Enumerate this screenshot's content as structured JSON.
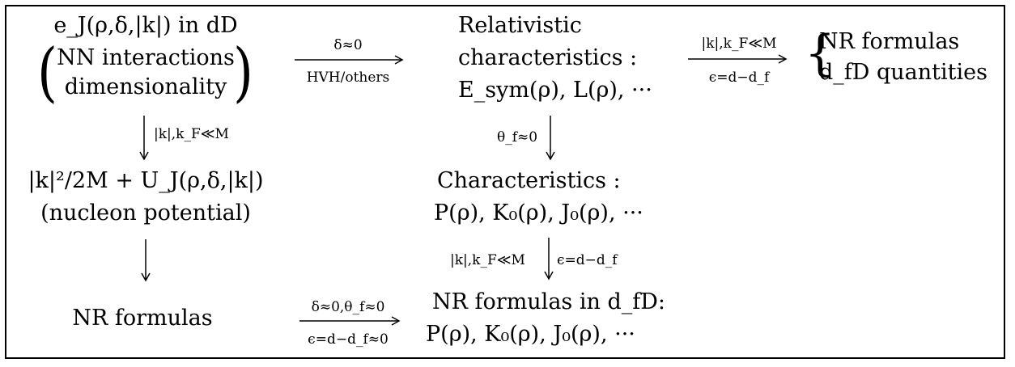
{
  "box_top_left": {
    "line1": "e_J(ρ,δ,|k|) in dD",
    "paren_line1": "NN interactions",
    "paren_line2": "dimensionality"
  },
  "box_relativistic": {
    "line1": "Relativistic",
    "line2": "characteristics :",
    "line3": "E_sym(ρ), L(ρ), ···"
  },
  "box_nr_top": {
    "line1": "NR formulas",
    "line2": "d_fD quantities"
  },
  "box_potential": {
    "line1": "|k|²/2M + U_J(ρ,δ,|k|)",
    "line2": "(nucleon potential)"
  },
  "box_characteristics": {
    "line1": "Characteristics :",
    "line2": "P(ρ), K₀(ρ), J₀(ρ), ···"
  },
  "box_nr_bottom_left": {
    "line1": "NR formulas"
  },
  "box_nr_bottom_right": {
    "line1": "NR formulas in d_fD:",
    "line2": "P(ρ), K₀(ρ), J₀(ρ), ···"
  },
  "arrows": {
    "top_left_right_above": "δ≈0",
    "top_left_right_below": "HVH/others",
    "top_right_right_above": "|k|,k_F≪M",
    "top_right_right_below": "ϵ=d−d_f",
    "left_down_1_label": "|k|,k_F≪M",
    "mid_down_1_label": "θ_f≈0",
    "mid_down_2_left": "|k|,k_F≪M",
    "mid_down_2_right": "ϵ=d−d_f",
    "bottom_right_above": "δ≈0,θ_f≈0",
    "bottom_right_below": "ϵ=d−d_f≈0"
  }
}
